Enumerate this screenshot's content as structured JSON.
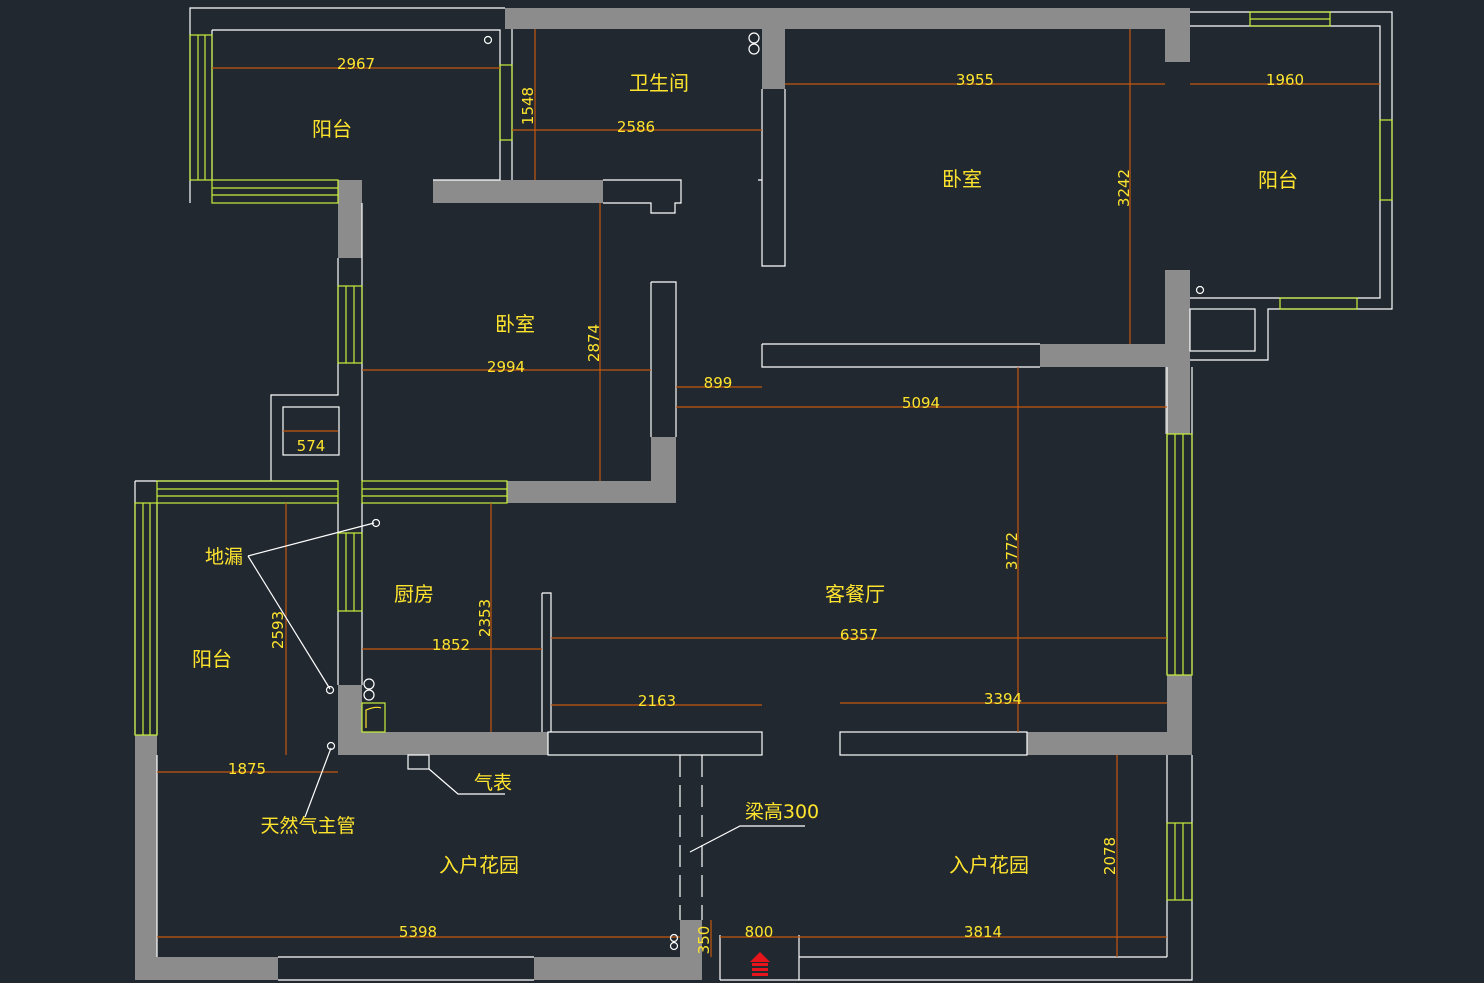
{
  "rooms": {
    "balcony_nw": "阳台",
    "bathroom": "卫生间",
    "bedroom_ne": "卧室",
    "balcony_ne": "阳台",
    "bedroom_mid": "卧室",
    "kitchen": "厨房",
    "balcony_w": "阳台",
    "living_dining": "客餐厅",
    "garden_left": "入户花园",
    "garden_right": "入户花园"
  },
  "annotations": {
    "floor_drain": "地漏",
    "gas_meter": "气表",
    "gas_main": "天然气主管",
    "beam": "梁高300"
  },
  "dimensions": {
    "d2967": "2967",
    "d1548": "1548",
    "d2586": "2586",
    "d3955": "3955",
    "d1960": "1960",
    "d3242": "3242",
    "d2994": "2994",
    "d2874": "2874",
    "d899": "899",
    "d5094": "5094",
    "d574": "574",
    "d3772": "3772",
    "d2593": "2593",
    "d2353": "2353",
    "d1852": "1852",
    "d6357": "6357",
    "d2163": "2163",
    "d3394": "3394",
    "d1875": "1875",
    "d2078": "2078",
    "d5398": "5398",
    "d350": "350",
    "d800": "800",
    "d3814": "3814"
  },
  "colors": {
    "background": "#212830",
    "wall": "#8c8c8c",
    "line": "#ffffff",
    "window": "#c8f03c",
    "dimension_line": "#c4570e",
    "text": "#ffe42e",
    "entry_arrow": "#e8141c"
  },
  "icons": {
    "entry": "entry-arrow-icon",
    "drain": "floor-drain-icon"
  }
}
